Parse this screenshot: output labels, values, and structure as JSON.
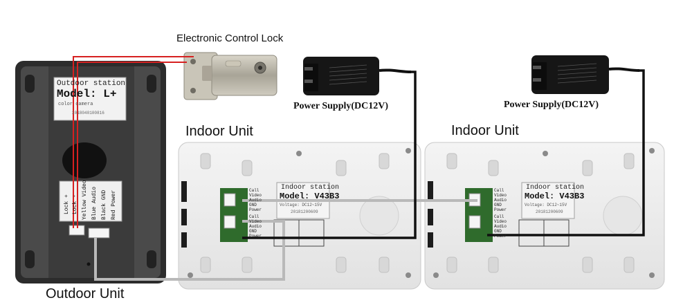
{
  "labels": {
    "lock": "Electronic Control Lock",
    "power_1": "Power Supply(DC12V)",
    "power_2": "Power Supply(DC12V)",
    "indoor_1": "Indoor Unit",
    "indoor_2": "Indoor Unit",
    "outdoor": "Outdoor Unit"
  },
  "outdoor_station": {
    "title": "Outdoor station",
    "model": "Model: L+",
    "subtitle": "color camera",
    "serial": "2018040100816",
    "terminals": [
      "Lock +",
      "Lock -",
      "Yellow Video",
      "Blue Audio",
      "Black GND",
      "Red Power"
    ]
  },
  "indoor_station_1": {
    "title": "Indoor station",
    "model": "Model: V43B3",
    "spec": "Voltage: DC12~15V",
    "serial": "20181200609",
    "terminals_a": [
      "Call",
      "Video",
      "Audio",
      "GND",
      "Power"
    ],
    "terminals_b": [
      "Call",
      "Video",
      "Audio",
      "GND",
      "Power"
    ]
  },
  "indoor_station_2": {
    "title": "Indoor station",
    "model": "Model: V43B3",
    "spec": "Voltage: DC12~15V",
    "serial": "20181200609",
    "terminals_a": [
      "Call",
      "Video",
      "Audio",
      "GND",
      "Power"
    ],
    "terminals_b": [
      "Call",
      "Video",
      "Audio",
      "GND",
      "Power"
    ]
  },
  "colors": {
    "panel_dark": "#3c3c3c",
    "panel_light": "#ececec",
    "wire_red": "#d62020",
    "wire_black": "#111111",
    "wire_gray": "#b9b9b9",
    "pcb_green": "#2f6b2c"
  }
}
